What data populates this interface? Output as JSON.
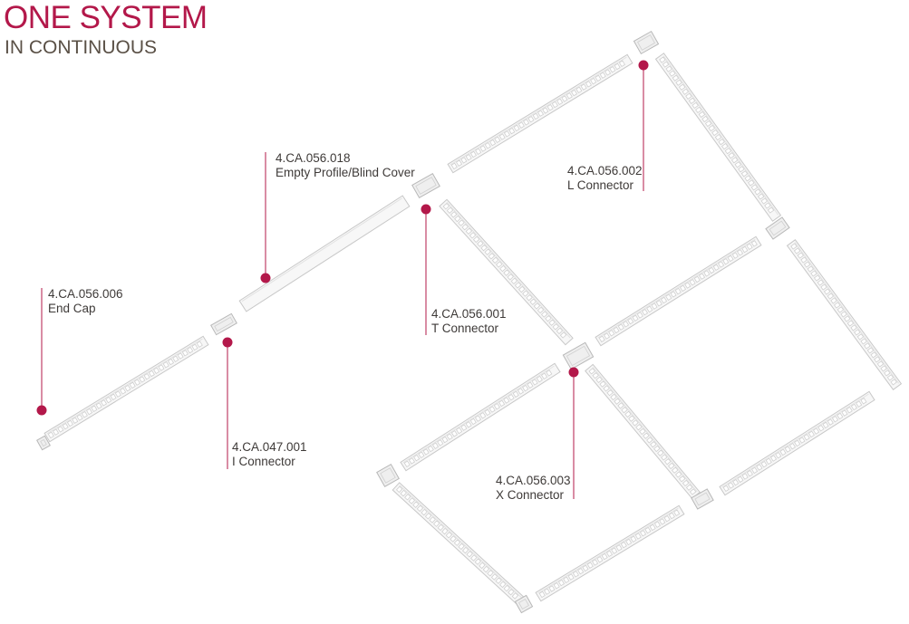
{
  "header": {
    "title": "ONE SYSTEM",
    "subtitle": "IN CONTINUOUS"
  },
  "colors": {
    "accent": "#b3184a",
    "profile_stroke": "#c8c8c8",
    "profile_fill": "#f7f7f7",
    "text": "#3e3a38"
  },
  "components": [
    {
      "code": "4.CA.056.006",
      "name": "End Cap"
    },
    {
      "code": "4.CA.047.001",
      "name": "I Connector"
    },
    {
      "code": "4.CA.056.018",
      "name": "Empty Profile/Blind Cover"
    },
    {
      "code": "4.CA.056.001",
      "name": "T Connector"
    },
    {
      "code": "4.CA.056.002",
      "name": "L Connector"
    },
    {
      "code": "4.CA.056.003",
      "name": "X Connector"
    }
  ]
}
